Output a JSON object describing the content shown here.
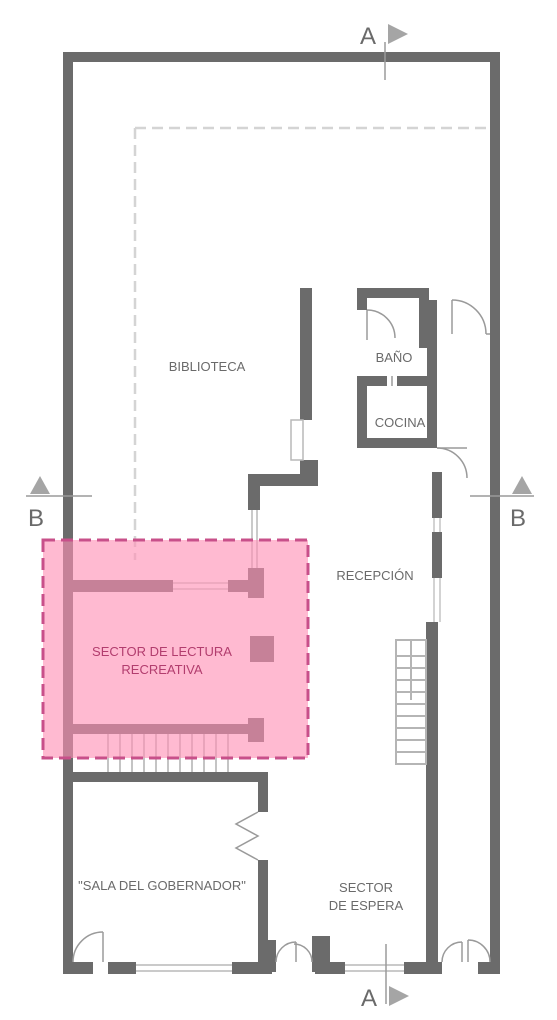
{
  "rooms": {
    "biblioteca": "BIBLIOTECA",
    "bano": "BAÑO",
    "cocina": "COCINA",
    "recepcion": "RECEPCIÓN",
    "lectura_line1": "SECTOR DE LECTURA",
    "lectura_line2": "RECREATIVA",
    "sala": "\"SALA DEL GOBERNADOR\"",
    "espera_line1": "SECTOR",
    "espera_line2": "DE ESPERA"
  },
  "section_marks": {
    "a_top": "A",
    "a_bottom": "A",
    "b_left": "B",
    "b_right": "B"
  },
  "colors": {
    "wall": "#6b6b6b",
    "highlight_fill": "#ff8fb4",
    "highlight_border": "#c8508a",
    "highlight_text": "#b23d6e",
    "label": "#6a6a6a",
    "flag": "#9a9a9a"
  }
}
